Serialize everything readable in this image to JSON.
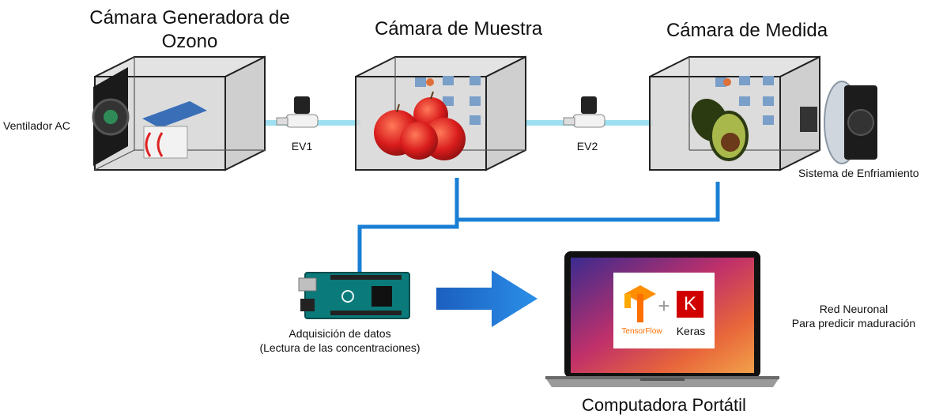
{
  "chambers": {
    "generator_title_line1": "Cámara Generadora de",
    "generator_title_line2": "Ozono",
    "sample_title": "Cámara de Muestra",
    "measure_title": "Cámara de Medida"
  },
  "labels": {
    "fan": "Ventilador AC",
    "valve1": "EV1",
    "valve2": "EV2",
    "cooling": "Sistema de Enfriamiento",
    "acquisition_line1": "Adquisición de datos",
    "acquisition_line2": "(Lectura de las concentraciones)",
    "network_line1": "Red Neuronal",
    "network_line2": "Para predicir maduración",
    "laptop": "Computadora Portátil"
  },
  "logos": {
    "tensorflow": "TensorFlow",
    "keras_letter": "K",
    "keras": "Keras",
    "plus": "+"
  },
  "colors": {
    "wire": "#1a7fd4",
    "tube": "#9fe0f0",
    "glass": "#d9d9d9",
    "arrow": "#1e6fd0"
  }
}
